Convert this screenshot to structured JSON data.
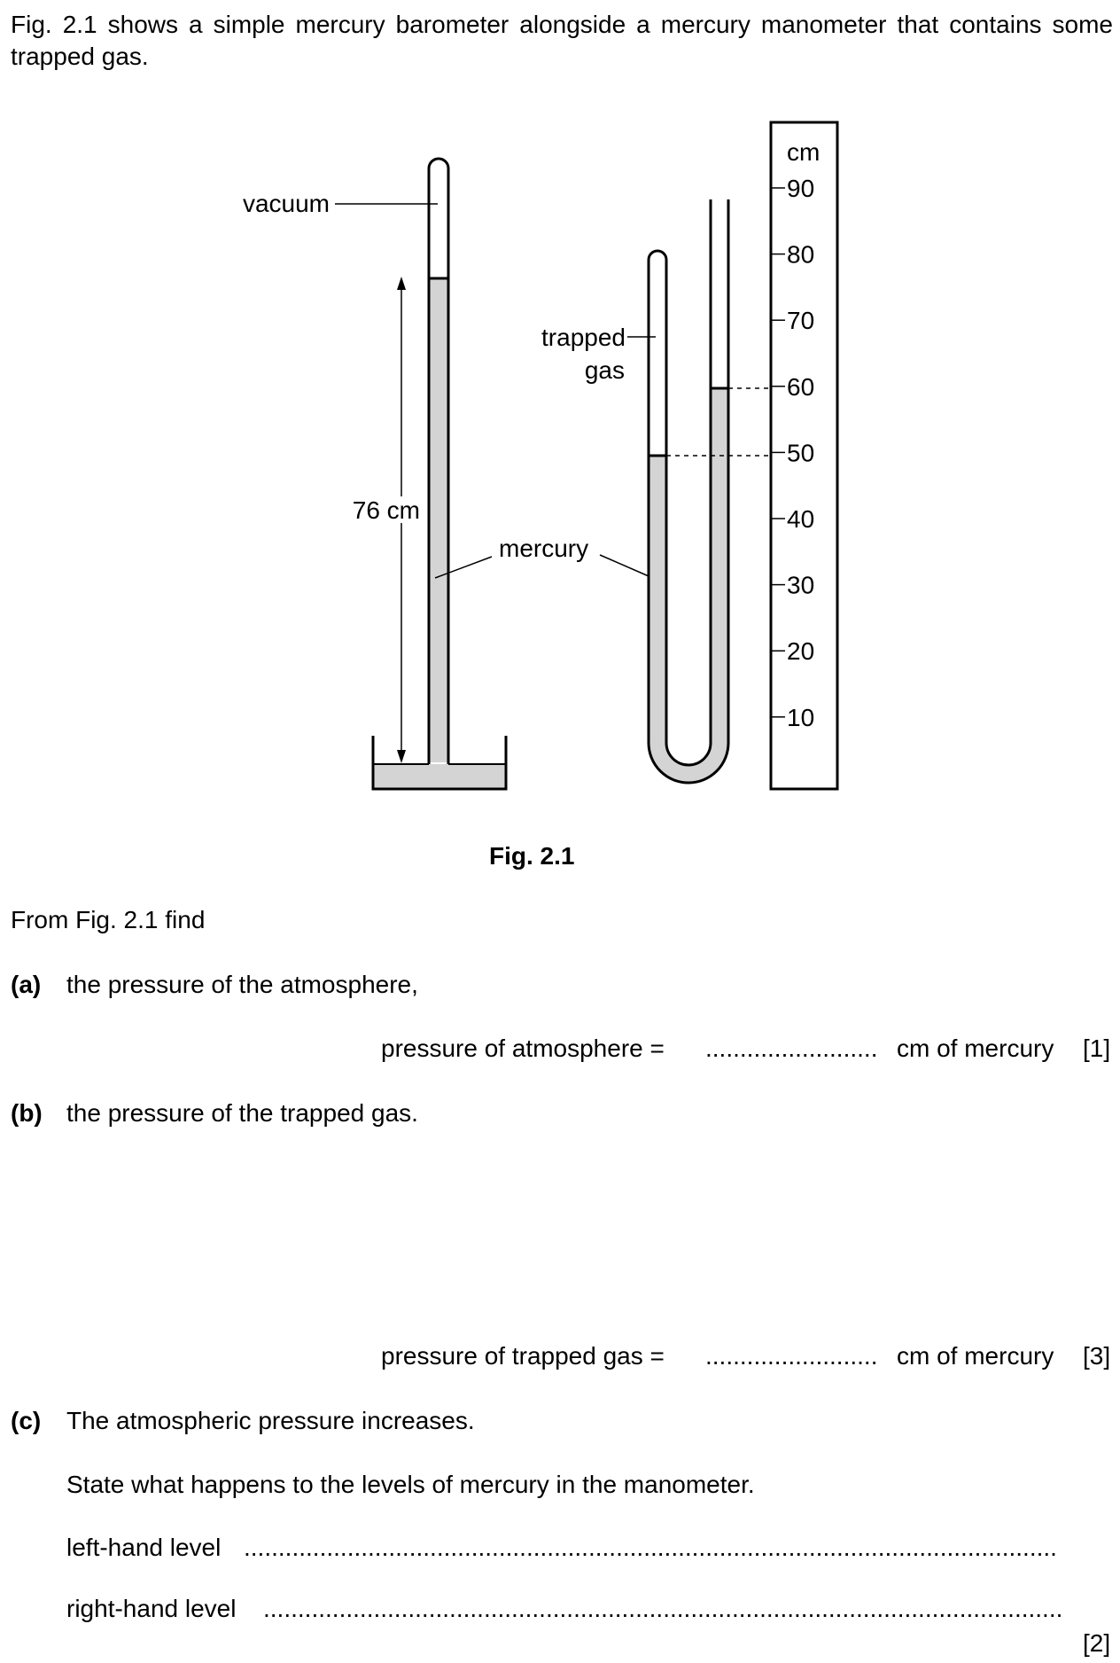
{
  "intro": "Fig. 2.1 shows a simple mercury barometer alongside a mercury manometer that contains some trapped gas.",
  "figure": {
    "labels": {
      "vacuum": "vacuum",
      "height": "76 cm",
      "mercury": "mercury",
      "trapped_line1": "trapped",
      "trapped_line2": "gas"
    },
    "scale": {
      "unit": "cm",
      "ticks": [
        "90",
        "80",
        "70",
        "60",
        "50",
        "40",
        "30",
        "20",
        "10"
      ]
    },
    "caption": "Fig. 2.1"
  },
  "from_line": "From Fig. 2.1 find",
  "part_a": {
    "label": "(a)",
    "text": "the pressure of the atmosphere,",
    "answer_prefix": "pressure of atmosphere =",
    "answer_dots": ".........................",
    "answer_unit": "cm of mercury",
    "marks": "[1]"
  },
  "part_b": {
    "label": "(b)",
    "text": "the pressure of the trapped gas.",
    "answer_prefix": "pressure of trapped gas =",
    "answer_dots": ".........................",
    "answer_unit": "cm of mercury",
    "marks": "[3]"
  },
  "part_c": {
    "label": "(c)",
    "text": "The atmospheric pressure increases.",
    "instruction": "State what happens to the levels of mercury in the manometer.",
    "left_label": "left-hand level",
    "left_dots": "......................................................................................................................",
    "right_label": "right-hand level",
    "right_dots": "....................................................................................................................",
    "marks": "[2]"
  }
}
